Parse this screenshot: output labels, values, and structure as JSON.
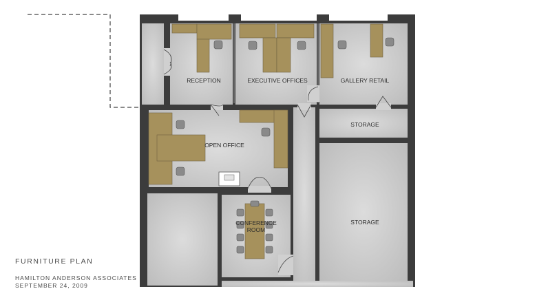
{
  "drawing": {
    "title": "FURNITURE PLAN",
    "firm": "HAMILTON ANDERSON ASSOCIATES",
    "date": "SEPTEMBER 24, 2009"
  },
  "rooms": {
    "reception": "RECEPTION",
    "executive": "EXECUTIVE OFFICES",
    "gallery": "GALLERY RETAIL",
    "storage_small": "STORAGE",
    "open_office": "OPEN OFFICE",
    "conference_line1": "CONFERENCE",
    "conference_line2": "ROOM",
    "storage_large": "STORAGE"
  },
  "colors": {
    "wall": "#3c3c3c",
    "floor": "#d4d4d4",
    "furniture": "#a6915c",
    "chair": "#8a8a8a"
  }
}
